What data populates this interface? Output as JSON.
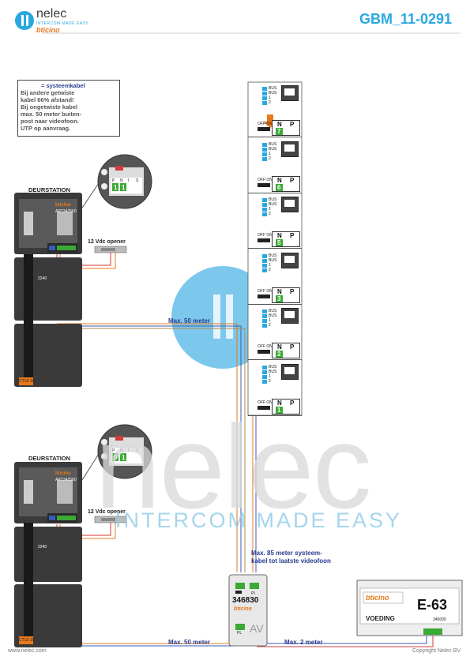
{
  "header": {
    "logo_name": "nelec",
    "logo_tagline": "INTERCOM MADE EASY",
    "logo_brand": "bticino",
    "doc_code": "GBM_11-0291"
  },
  "note": {
    "title": "= systeemkabel",
    "lines": [
      "Bij andere getwiste",
      "kabel 66% afstand!",
      "Bij ongetwiste kabel",
      "max. 50 meter buiten-",
      "post naar videofoon.",
      "UTP op aanvraag."
    ]
  },
  "door_stations": [
    {
      "label": "DEURSTATION",
      "brand": "bticino",
      "module_code": "ART342560",
      "module_code2": "2240",
      "terminal_label": "CT15-16",
      "opener_label": "12 Vdc opener",
      "dip_values": [
        "1",
        "1"
      ],
      "dip_labels": [
        "P",
        "N",
        "I",
        "S"
      ],
      "distance_label": "Max. 50 meter"
    },
    {
      "label": "DEURSTATION",
      "brand": "bticino",
      "module_code": "ART342560",
      "module_code2": "2240",
      "terminal_label": "CT15-16",
      "opener_label": "12 Vdc opener",
      "dip_values": [
        "0",
        "1"
      ],
      "dip_labels": [
        "P",
        "N",
        "I",
        "S"
      ],
      "distance_label": "Max. 50 meter"
    }
  ],
  "videophones": [
    {
      "address": "7",
      "switch": "OFF ON",
      "n_label": "N",
      "p_label": "P",
      "terminals": [
        "BUS",
        "BUS",
        "1",
        "2"
      ]
    },
    {
      "address": "6",
      "switch": "OFF ON",
      "n_label": "N",
      "p_label": "P",
      "terminals": [
        "BUS",
        "BUS",
        "1",
        "2"
      ]
    },
    {
      "address": "5",
      "switch": "OFF ON",
      "n_label": "N",
      "p_label": "P",
      "terminals": [
        "BUS",
        "BUS",
        "1",
        "2"
      ]
    },
    {
      "address": "3",
      "switch": "OFF ON",
      "n_label": "N",
      "p_label": "P",
      "terminals": [
        "BUS",
        "BUS",
        "1",
        "2"
      ]
    },
    {
      "address": "2",
      "switch": "OFF ON",
      "n_label": "N",
      "p_label": "P",
      "terminals": [
        "BUS",
        "BUS",
        "1",
        "2"
      ]
    },
    {
      "address": "1",
      "switch": "OFF ON",
      "n_label": "N",
      "p_label": "P",
      "terminals": [
        "BUS",
        "BUS",
        "1",
        "2"
      ]
    }
  ],
  "av_module": {
    "model": "346830",
    "brand": "bticino",
    "mark": "AV",
    "pi_label": "PI",
    "pl_label": "PL"
  },
  "power_supply": {
    "brand": "bticino",
    "model": "E-63",
    "label": "VOEDING",
    "code": "346000"
  },
  "labels": {
    "max85": "Max. 85 meter systeem-",
    "max85_line2": "kabel tot laatste videofoon",
    "max2": "Max. 2 meter"
  },
  "footer": {
    "website": "www.nelec.com",
    "copyright": "Copyright Nelec BV"
  },
  "watermark": {
    "name": "nelec",
    "tagline": "INTERCOM MADE EASY"
  },
  "colors": {
    "accent": "#29a8e0",
    "label_blue": "#2a3c8f",
    "wire_orange": "#e8791d",
    "wire_blue": "#3a5bb8",
    "wire_red": "#d23a3a",
    "dip_green": "#3aaa35",
    "panel_dark": "#3a3a3a"
  }
}
